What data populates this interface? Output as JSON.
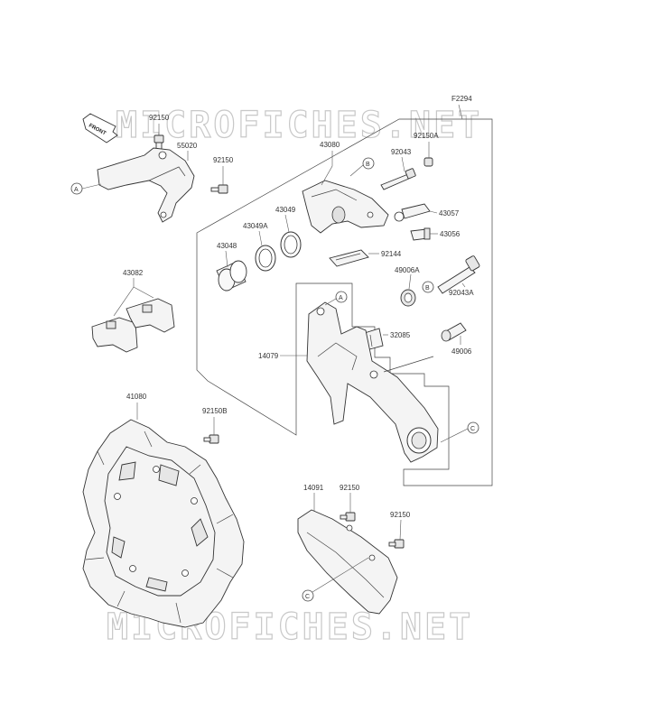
{
  "watermark": {
    "text": "MICROFICHES.NET"
  },
  "diagram_code": "F2294",
  "front_arrow_text": "FRONT",
  "labels": {
    "l_92150_top": "92150",
    "l_55020": "55020",
    "l_92150_mid": "92150",
    "l_43080": "43080",
    "l_92043": "92043",
    "l_92150A": "92150A",
    "l_43057": "43057",
    "l_43056": "43056",
    "l_43049A": "43049A",
    "l_43049": "43049",
    "l_43048": "43048",
    "l_92144": "92144",
    "l_43082": "43082",
    "l_49006A": "49006A",
    "l_92043A": "92043A",
    "l_32085": "32085",
    "l_14079": "14079",
    "l_49006": "49006",
    "l_41080": "41080",
    "l_92150B": "92150B",
    "l_14091": "14091",
    "l_92150_g1": "92150",
    "l_92150_g2": "92150"
  },
  "callouts": {
    "a1": "A",
    "a2": "A",
    "b1": "B",
    "b2": "B",
    "c1": "C",
    "c2": "C"
  }
}
